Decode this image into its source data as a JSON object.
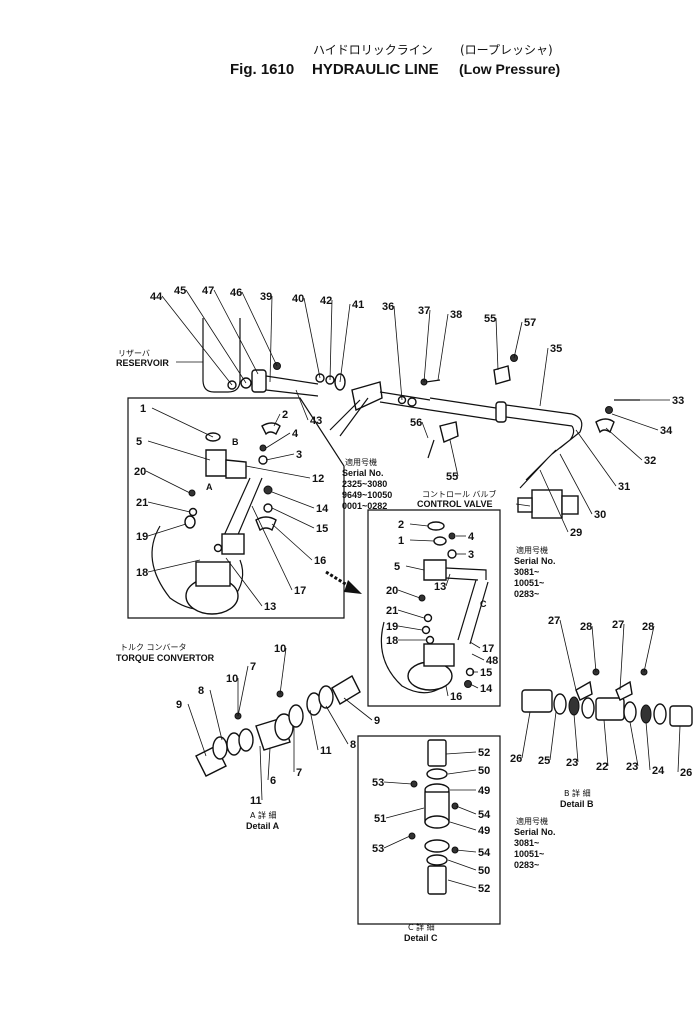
{
  "title": {
    "jp_line": "ハイドロリックライン",
    "jp_paren": "(ロープレッシャ)",
    "fig_no": "Fig. 1610",
    "en_name": "HYDRAULIC LINE",
    "en_paren": "(Low Pressure)"
  },
  "labels": {
    "reservoir_jp": "リザーバ",
    "reservoir": "RESERVOIR",
    "torque_jp": "トルク コンバータ",
    "torque": "TORQUE CONVERTOR",
    "control_jp": "コントロール バルブ",
    "control": "CONTROL VALVE",
    "detail_a_jp": "A 詳 細",
    "detail_a": "Detail A",
    "detail_b_jp": "B 詳 細",
    "detail_b": "Detail B",
    "detail_c_jp": "C 詳 細",
    "detail_c": "Detail C",
    "marker_a": "A",
    "marker_b": "B",
    "marker_c": "C"
  },
  "serial_top": {
    "jp": "適用号機",
    "head": "Serial No.",
    "lines": [
      "2325~3080",
      "9649~10050",
      "0001~0282"
    ]
  },
  "serial_mid": {
    "jp": "適用号機",
    "head": "Serial No.",
    "lines": [
      "3081~",
      "10051~",
      "0283~"
    ]
  },
  "serial_bot": {
    "jp": "適用号機",
    "head": "Serial No.",
    "lines": [
      "3081~",
      "10051~",
      "0283~"
    ]
  },
  "callouts": {
    "top": [
      "44",
      "45",
      "47",
      "46",
      "39",
      "40",
      "42",
      "41",
      "36",
      "37",
      "38",
      "55",
      "57",
      "35"
    ],
    "right": [
      "33",
      "34",
      "32",
      "31",
      "30",
      "29",
      "56",
      "55",
      "43"
    ],
    "inset_left": [
      "1",
      "2",
      "4",
      "3",
      "5",
      "12",
      "20",
      "21",
      "19",
      "18",
      "14",
      "15",
      "16",
      "17",
      "13"
    ],
    "inset_right": [
      "2",
      "1",
      "4",
      "3",
      "5",
      "13",
      "20",
      "21",
      "19",
      "18",
      "17",
      "48",
      "15",
      "14",
      "16"
    ],
    "detail_a": [
      "10",
      "7",
      "8",
      "10",
      "9",
      "11",
      "6",
      "7",
      "8",
      "9",
      "11"
    ],
    "detail_b": [
      "27",
      "28",
      "27",
      "28",
      "26",
      "25",
      "23",
      "22",
      "23",
      "24",
      "26"
    ],
    "detail_c": [
      "52",
      "50",
      "49",
      "53",
      "54",
      "51",
      "49",
      "53",
      "54",
      "50",
      "52"
    ]
  }
}
